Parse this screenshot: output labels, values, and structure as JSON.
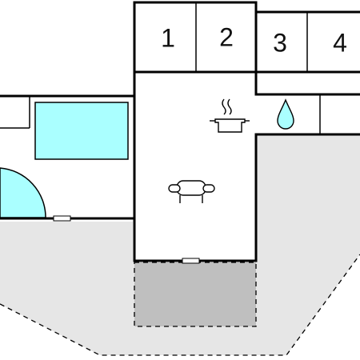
{
  "floorplan": {
    "rooms": [
      {
        "label": "1"
      },
      {
        "label": "2"
      },
      {
        "label": "3"
      },
      {
        "label": "4"
      }
    ],
    "icons": [
      "cooking-pot-icon",
      "water-drop-icon",
      "sofa-icon",
      "bathtub-icon",
      "shower-icon",
      "door-threshold-icon"
    ],
    "colors": {
      "wall": "#000000",
      "fixture": "#aaffff",
      "outdoor_area": "#e6e6e6",
      "terrace": "#bfbfbf",
      "background": "#ffffff"
    }
  }
}
